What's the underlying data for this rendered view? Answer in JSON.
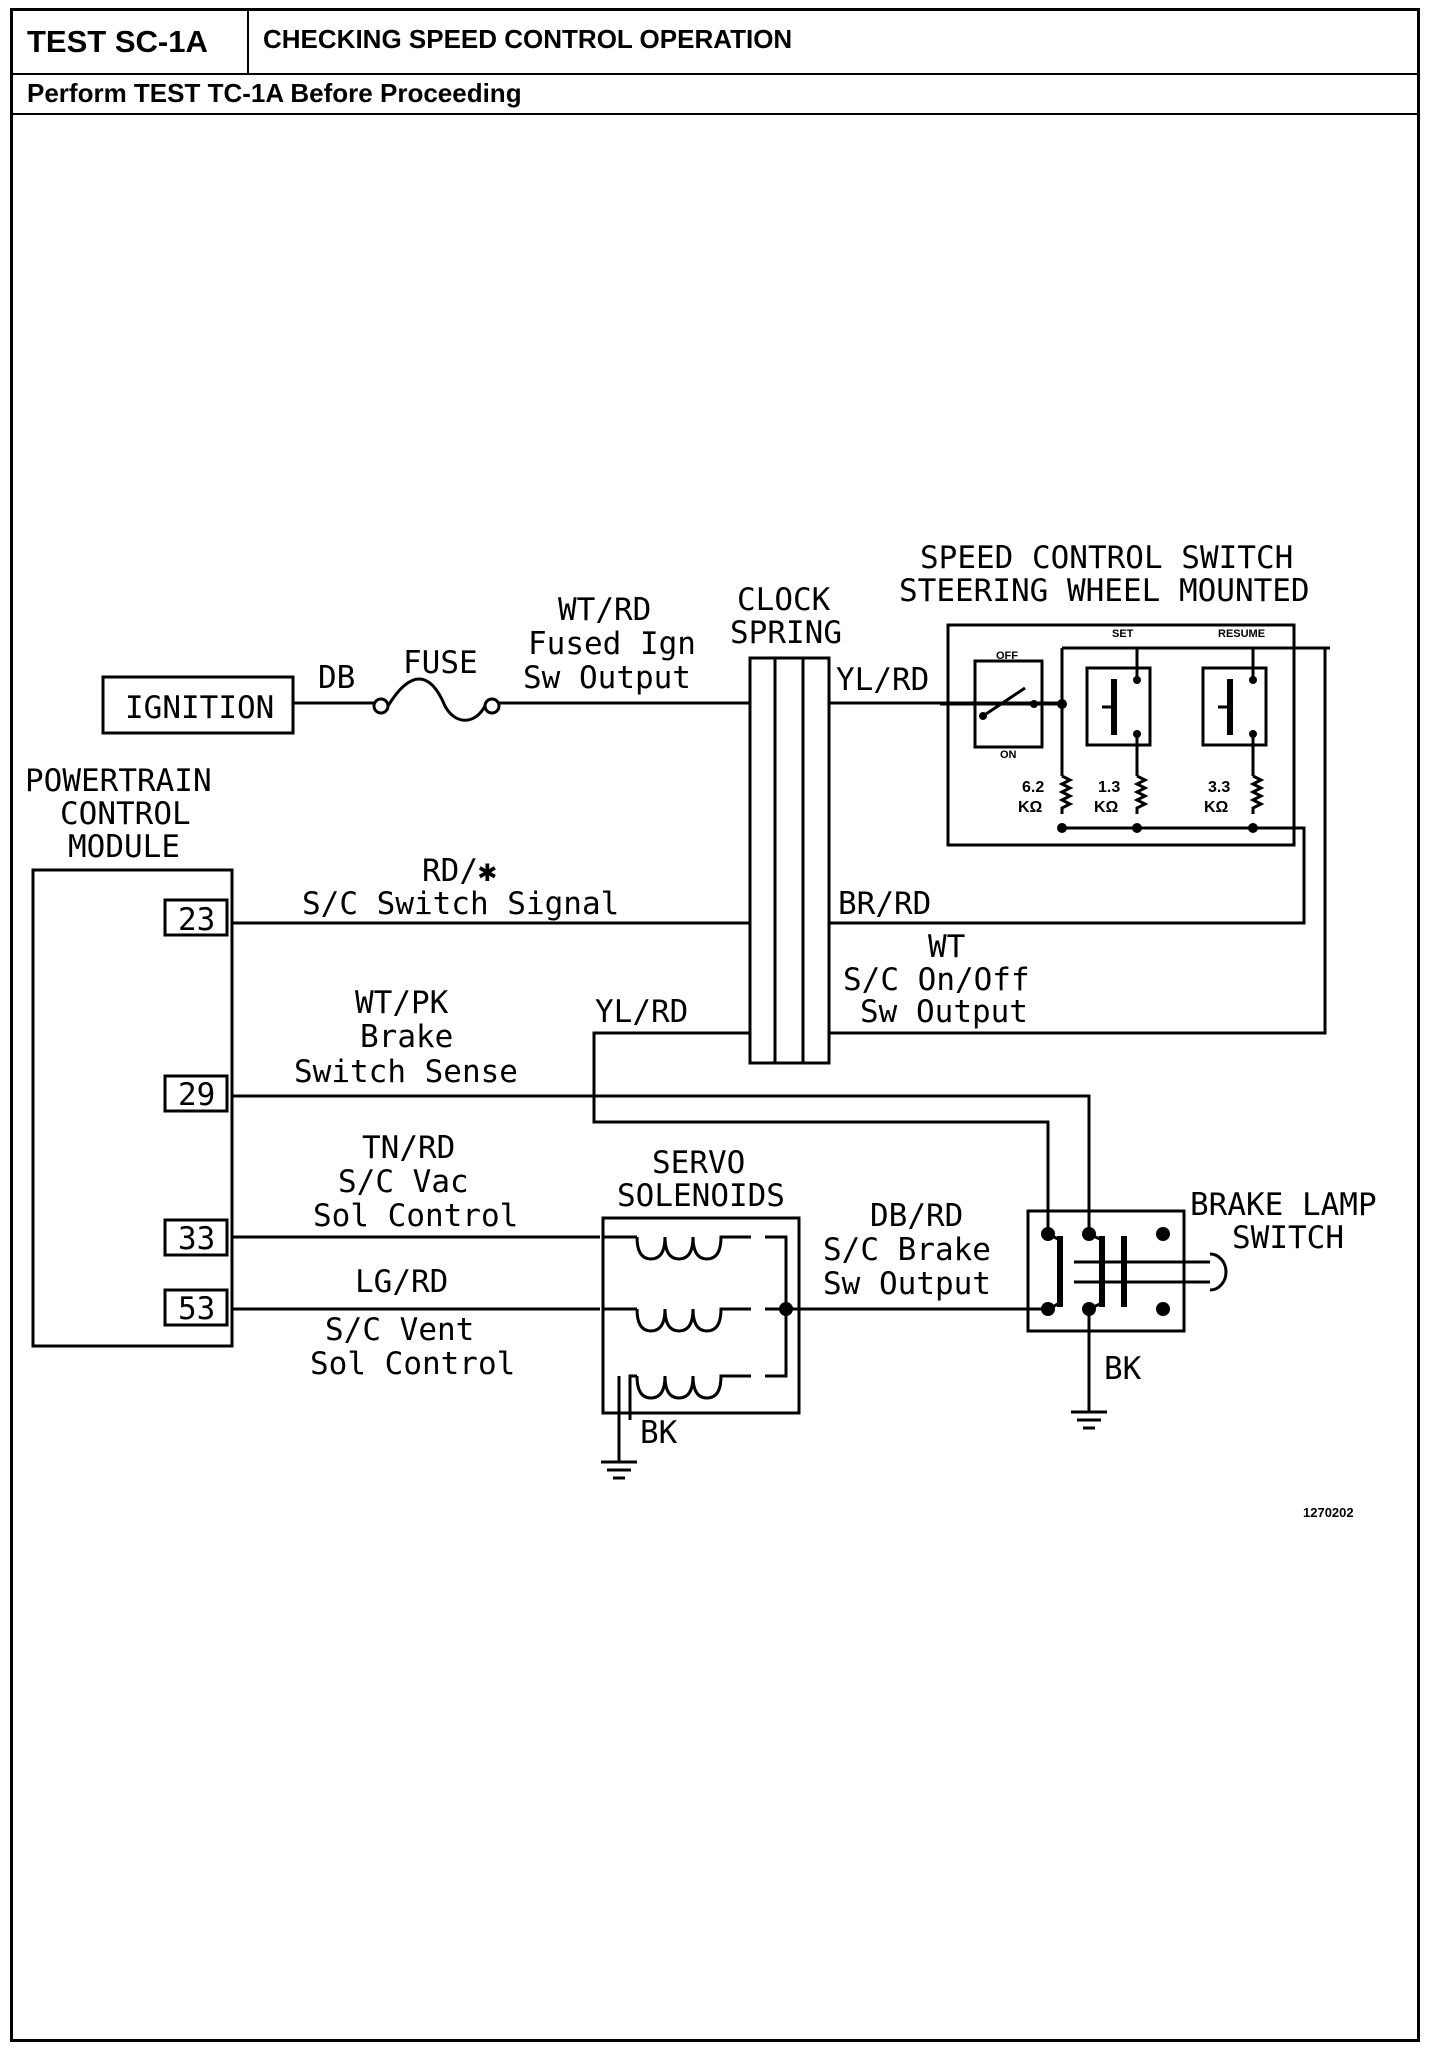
{
  "header": {
    "test_id": "TEST SC-1A",
    "title": "CHECKING SPEED CONTROL OPERATION",
    "prerequisite": "Perform TEST TC-1A Before Proceeding"
  },
  "diagram": {
    "ignition": "IGNITION",
    "db": "DB",
    "fuse": "FUSE",
    "fused_ign": [
      "WT/RD",
      "Fused Ign",
      "Sw Output"
    ],
    "clock_spring": [
      "CLOCK",
      "SPRING"
    ],
    "yl_rd_top": "YL/RD",
    "switch_title": [
      "SPEED CONTROL SWITCH",
      "STEERING WHEEL MOUNTED"
    ],
    "switch_labels": {
      "off": "OFF",
      "on": "ON",
      "set": "SET",
      "resume": "RESUME"
    },
    "resistors": [
      {
        "value": "6.2",
        "unit": "KΩ"
      },
      {
        "value": "1.3",
        "unit": "KΩ"
      },
      {
        "value": "3.3",
        "unit": "KΩ"
      }
    ],
    "pcm": [
      "POWERTRAIN",
      "CONTROL",
      "MODULE"
    ],
    "pins": [
      "23",
      "29",
      "33",
      "53"
    ],
    "sc_switch_signal": [
      "RD/✱",
      "S/C Switch Signal"
    ],
    "br_rd": "BR/RD",
    "sc_onoff": [
      "WT",
      "S/C On/Off",
      "Sw Output"
    ],
    "brake_sense": [
      "WT/PK",
      "Brake",
      "Switch Sense"
    ],
    "yl_rd_mid": "YL/RD",
    "vac": [
      "TN/RD",
      "S/C Vac",
      "Sol Control"
    ],
    "vent": [
      "LG/RD",
      "S/C Vent",
      "Sol Control"
    ],
    "servo": [
      "SERVO",
      "SOLENOIDS"
    ],
    "brake_out": [
      "DB/RD",
      "S/C Brake",
      "Sw Output"
    ],
    "brake_lamp": [
      "BRAKE LAMP",
      "SWITCH"
    ],
    "bk": "BK",
    "fig_id": "1270202"
  }
}
